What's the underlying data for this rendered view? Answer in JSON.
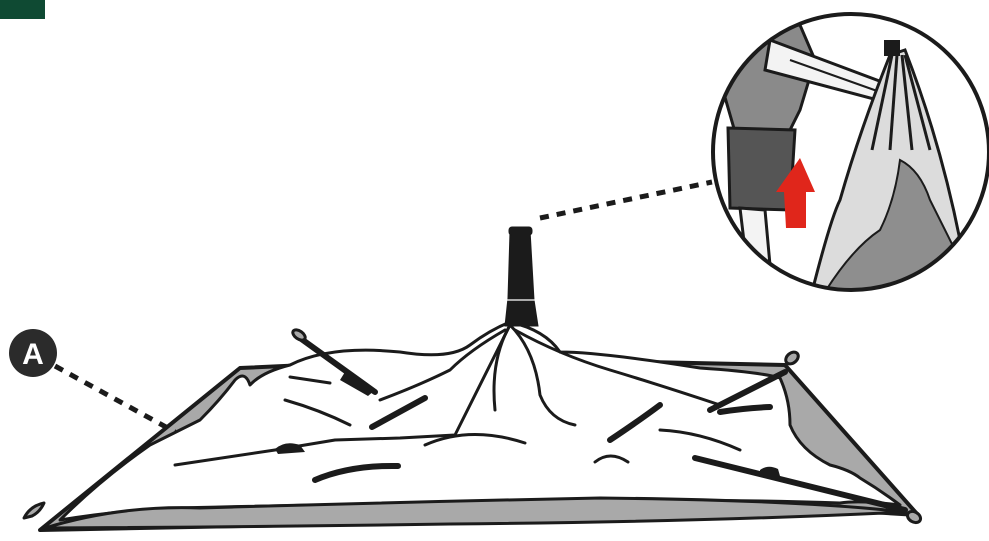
{
  "colors": {
    "corner_tab": "#0f4a33",
    "ink": "#1b1b1b",
    "canopy_fill": "#ffffff",
    "edge_fill": "#a9a9a9",
    "arrow": "#e0261b",
    "skin": "#f3f3f3",
    "shirt": "#8a8a8a",
    "shorts": "#555555"
  },
  "callout": {
    "label": "A",
    "icon": "callout-circle"
  },
  "detail_inset": {
    "icon": "magnified-detail",
    "arrow_icon": "up-arrow-icon",
    "arrow_direction": "up"
  }
}
